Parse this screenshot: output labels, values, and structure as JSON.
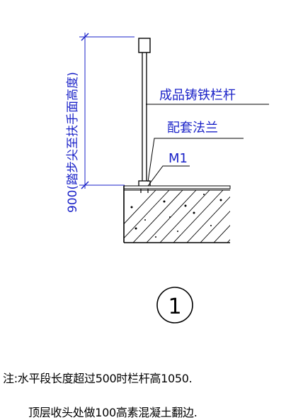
{
  "dimension": {
    "text": "900(踏步尖至扶手面高度)"
  },
  "callouts": {
    "railing": "成品铸铁栏杆",
    "flange": "配套法兰",
    "part": "M1"
  },
  "detail_marker": "1",
  "notes": {
    "line1": "注:水平段长度超过500时栏杆高1050.",
    "line2": "顶层收头处做100高素混凝土翻边."
  },
  "colors": {
    "annotation": "#1a22c8",
    "linework": "#000000"
  }
}
